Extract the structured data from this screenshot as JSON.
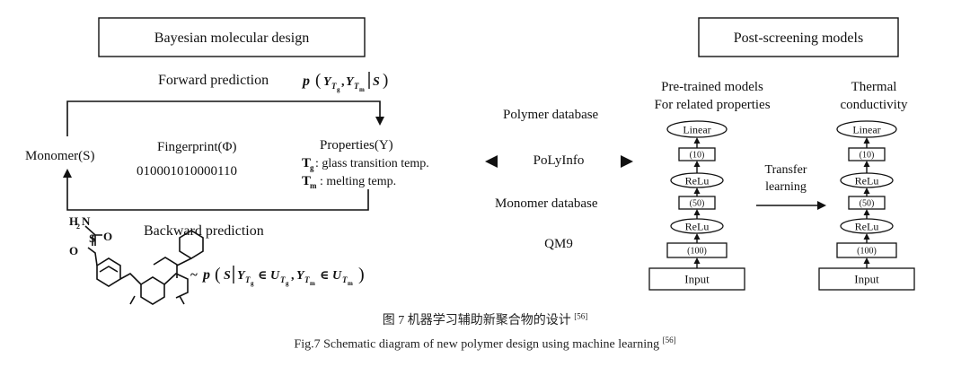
{
  "left_panel": {
    "header": "Bayesian molecular design",
    "forward_label": "Forward prediction",
    "forward_formula": "p(Y_Tg, Y_Tm | S)",
    "monomer": "Monomer(S)",
    "fingerprint_label": "Fingerprint(Φ)",
    "fingerprint_value": "010001010000110",
    "properties_label": "Properties(Y)",
    "tg_symbol": "T",
    "tg_sub": "g",
    "tg_desc": ": glass transition temp.",
    "tm_symbol": "T",
    "tm_sub": "m",
    "tm_desc": ": melting temp.",
    "backward_label": "Backward prediction",
    "backward_formula": "~ p(S | Y_Tg ∈ U_Tg, Y_Tm ∈ U_Tm)",
    "molecule_atoms": {
      "h2n": "H",
      "n": "N",
      "s": "S",
      "o1": "O",
      "o2": "O"
    }
  },
  "middle_panel": {
    "polymer_db": "Polymer database",
    "polyinfo": "PoLyInfo",
    "monomer_db": "Monomer database",
    "qm9": "QM9"
  },
  "right_panel": {
    "header": "Post-screening models",
    "pretrained_title_line1": "Pre-trained models",
    "pretrained_title_line2": "For related properties",
    "thermal_title_line1": "Thermal",
    "thermal_title_line2": "conductivity",
    "transfer_line1": "Transfer",
    "transfer_line2": "learning",
    "layers": [
      "Linear",
      "(10)",
      "ReLu",
      "(50)",
      "ReLu",
      "(100)",
      "Input"
    ]
  },
  "caption": {
    "cn": "图 7   机器学习辅助新聚合物的设计",
    "cn_ref": "[56]",
    "en": "Fig.7   Schematic diagram of new polymer design using machine learning",
    "en_ref": "[56]"
  }
}
